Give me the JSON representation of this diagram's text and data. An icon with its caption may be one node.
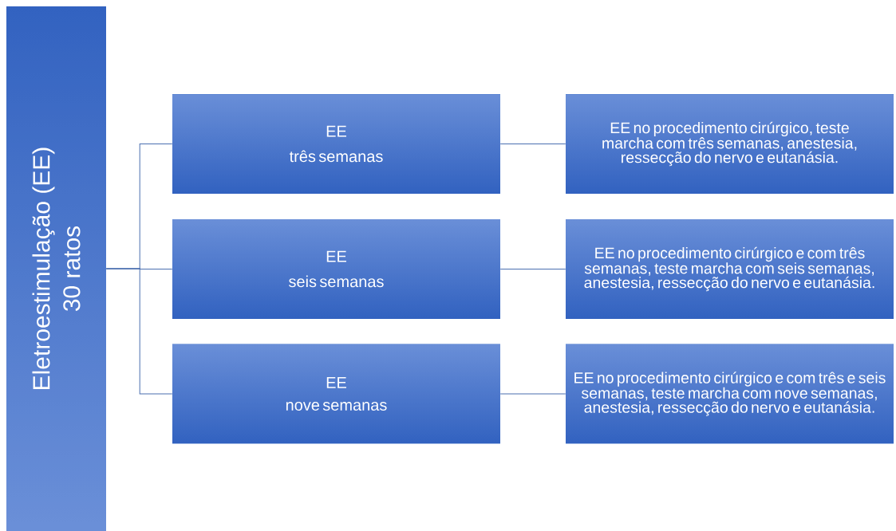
{
  "diagram": {
    "nodes": [
      {
        "text": [
          "Eletroestimulação (EE)",
          "30 ratos"
        ]
      },
      {
        "text": [
          "EE",
          "três semanas"
        ]
      },
      {
        "text": [
          "EE no procedimento cirúrgico, teste marcha com três semanas, anestesia, ressecção do nervo e eutanásia."
        ]
      },
      {
        "text": [
          "EE",
          "seis semanas"
        ]
      },
      {
        "text": [
          "EE no procedimento cirúrgico e com três semanas, teste marcha com seis semanas, anestesia, ressecção do nervo e eutanásia."
        ]
      },
      {
        "text": [
          "EE",
          "nove semanas"
        ]
      },
      {
        "text": [
          "EE no procedimento cirúrgico e com três e seis semanas, teste marcha com nove semanas, anestesia, ressecção do nervo e eutanásia."
        ]
      }
    ],
    "edges": [
      {
        "from": 0,
        "to": 1,
        "arrow": "none"
      },
      {
        "from": 0,
        "to": 3,
        "arrow": "none"
      },
      {
        "from": 0,
        "to": 5,
        "arrow": "none"
      },
      {
        "from": 1,
        "to": 2,
        "arrow": "none"
      },
      {
        "from": 3,
        "to": 4,
        "arrow": "none"
      },
      {
        "from": 5,
        "to": 6,
        "arrow": "none"
      }
    ]
  }
}
